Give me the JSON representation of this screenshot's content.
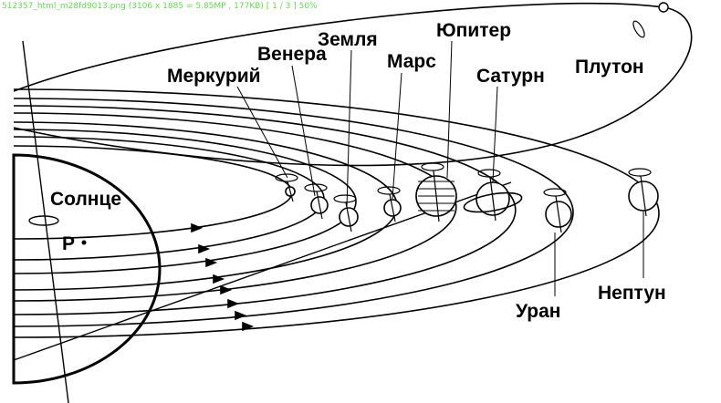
{
  "viewer": {
    "title": "512357_html_m28fd9013.png  (3106 x 1885 = 5.85MP  ,  177KB)  [ 1 / 3 ]   50%"
  },
  "diagram": {
    "sun": {
      "label": "Солнце",
      "point": "P"
    },
    "planets": [
      {
        "id": "mercury",
        "label": "Меркурий"
      },
      {
        "id": "venus",
        "label": "Венера"
      },
      {
        "id": "earth",
        "label": "Земля"
      },
      {
        "id": "mars",
        "label": "Марс"
      },
      {
        "id": "jupiter",
        "label": "Юпитер"
      },
      {
        "id": "saturn",
        "label": "Сатурн"
      },
      {
        "id": "uranus",
        "label": "Уран"
      },
      {
        "id": "neptune",
        "label": "Нептун"
      },
      {
        "id": "pluto",
        "label": "Плутон"
      }
    ]
  }
}
